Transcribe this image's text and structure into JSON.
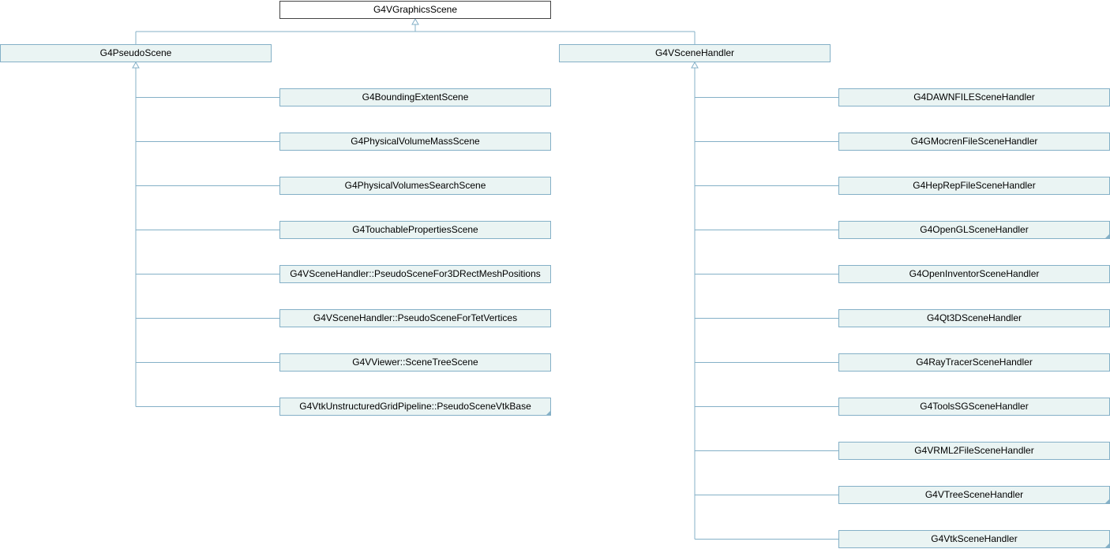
{
  "diagram": {
    "root": {
      "label": "G4VGraphicsScene"
    },
    "branches": [
      {
        "label": "G4PseudoScene",
        "children": [
          {
            "label": "G4BoundingExtentScene",
            "has_more": false
          },
          {
            "label": "G4PhysicalVolumeMassScene",
            "has_more": false
          },
          {
            "label": "G4PhysicalVolumesSearchScene",
            "has_more": false
          },
          {
            "label": "G4TouchablePropertiesScene",
            "has_more": false
          },
          {
            "label": "G4VSceneHandler::PseudoSceneFor3DRectMeshPositions",
            "has_more": false
          },
          {
            "label": "G4VSceneHandler::PseudoSceneForTetVertices",
            "has_more": false
          },
          {
            "label": "G4VViewer::SceneTreeScene",
            "has_more": false
          },
          {
            "label": "G4VtkUnstructuredGridPipeline::PseudoSceneVtkBase",
            "has_more": true
          }
        ]
      },
      {
        "label": "G4VSceneHandler",
        "children": [
          {
            "label": "G4DAWNFILESceneHandler",
            "has_more": false
          },
          {
            "label": "G4GMocrenFileSceneHandler",
            "has_more": false
          },
          {
            "label": "G4HepRepFileSceneHandler",
            "has_more": false
          },
          {
            "label": "G4OpenGLSceneHandler",
            "has_more": true
          },
          {
            "label": "G4OpenInventorSceneHandler",
            "has_more": false
          },
          {
            "label": "G4Qt3DSceneHandler",
            "has_more": false
          },
          {
            "label": "G4RayTracerSceneHandler",
            "has_more": false
          },
          {
            "label": "G4ToolsSGSceneHandler",
            "has_more": false
          },
          {
            "label": "G4VRML2FileSceneHandler",
            "has_more": false
          },
          {
            "label": "G4VTreeSceneHandler",
            "has_more": true
          },
          {
            "label": "G4VtkSceneHandler",
            "has_more": true
          }
        ]
      }
    ],
    "colors": {
      "edge": "#84b0c7",
      "node_fill": "#eaf4f3",
      "root_border": "#444444"
    }
  }
}
